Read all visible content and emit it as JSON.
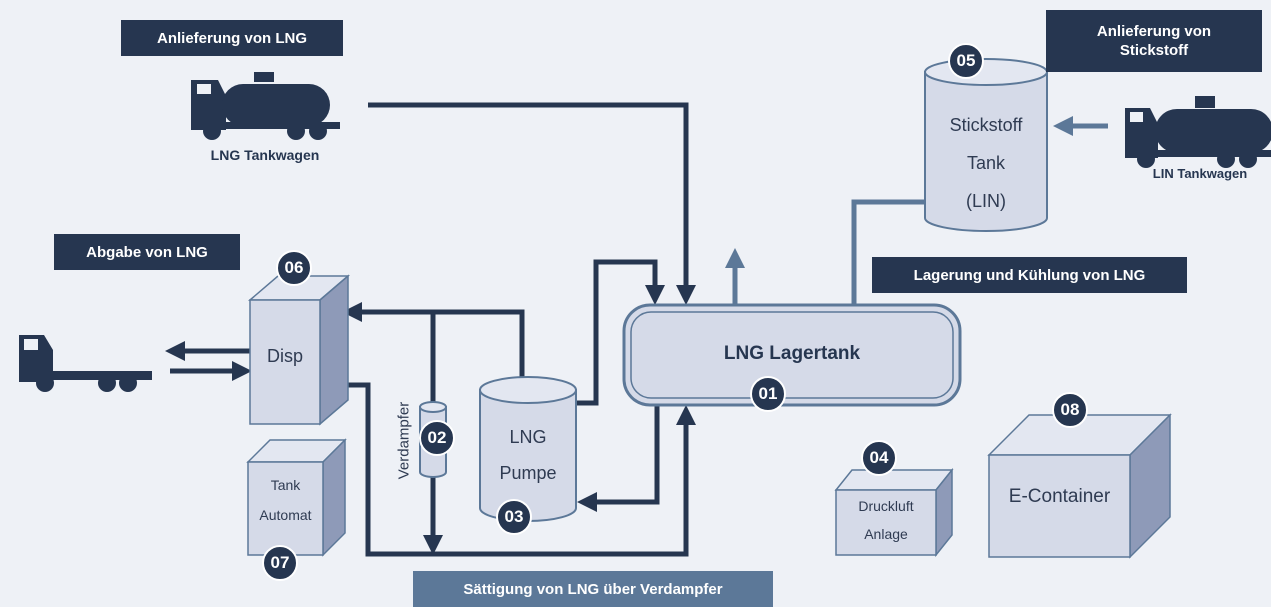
{
  "labels": {
    "delivery_lng": "Anlieferung von LNG",
    "delivery_nitrogen": "Anlieferung von Stickstoff",
    "dispense_lng": "Abgabe von LNG",
    "storage_cooling": "Lagerung und Kühlung von LNG",
    "saturation": "Sättigung von LNG über Verdampfer"
  },
  "captions": {
    "lng_truck": "LNG Tankwagen",
    "lin_truck": "LIN Tankwagen"
  },
  "components": {
    "storage_tank": {
      "number": "01",
      "label": "LNG Lagertank"
    },
    "vaporizer": {
      "number": "02",
      "label": "Verdampfer"
    },
    "pump": {
      "number": "03",
      "line1": "LNG",
      "line2": "Pumpe"
    },
    "compressed_air": {
      "number": "04",
      "line1": "Druckluft",
      "line2": "Anlage"
    },
    "nitrogen_tank": {
      "number": "05",
      "line1": "Stickstoff",
      "line2": "Tank",
      "line3": "(LIN)"
    },
    "dispenser": {
      "number": "06",
      "label": "Disp"
    },
    "tank_machine": {
      "number": "07",
      "line1": "Tank",
      "line2": "Automat"
    },
    "e_container": {
      "number": "08",
      "label": "E-Container"
    }
  },
  "colors": {
    "dark": "#263650",
    "mid": "#5c7898",
    "box_face": "#d5dae8",
    "box_side": "#8e9ab8",
    "background": "#eef1f6"
  }
}
